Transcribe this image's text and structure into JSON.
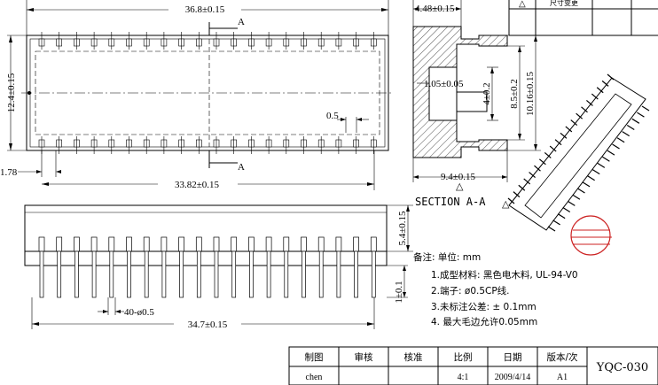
{
  "dimensions": {
    "top_length": "36.8±0.15",
    "section_marker": "A",
    "height_left": "12.4±0.15",
    "pitch": "0.5",
    "edge_offset": "1.78",
    "pin_span": "33.82±0.15",
    "side_width": "4.48±0.15",
    "inner_gap": "1.05±0.05",
    "slot_height": "4±0.2",
    "height_85": "8.5±0.2",
    "height_1016": "10.16±0.15",
    "side_depth": "9.4±0.15",
    "body_height": "5.4±0.15",
    "pin_tail": "1±0.1",
    "pins_desc": "40-ø0.5",
    "bottom_length": "34.7±0.15"
  },
  "section_label": "SECTION  A-A",
  "notes": {
    "unit_label": "备注:    单位:    mm",
    "items": [
      "1.成型材料:  黑色电木料, UL-94-V0",
      "2.端子:       ø0.5CP线.",
      "3.未标注公差:  ± 0.1mm",
      "4.  最大毛边允许0.05mm"
    ]
  },
  "revision_header": {
    "symbol": "△",
    "text": "尺寸变更"
  },
  "title_block": {
    "headers": [
      "制图",
      "审核",
      "核准",
      "比例",
      "日期",
      "版本/次"
    ],
    "values": [
      "chen",
      "",
      "",
      "4:1",
      "2009/4/14",
      "A1"
    ],
    "part_number": "YQC-030"
  },
  "colors": {
    "line": "#000000",
    "stamp": "#cc2222"
  }
}
